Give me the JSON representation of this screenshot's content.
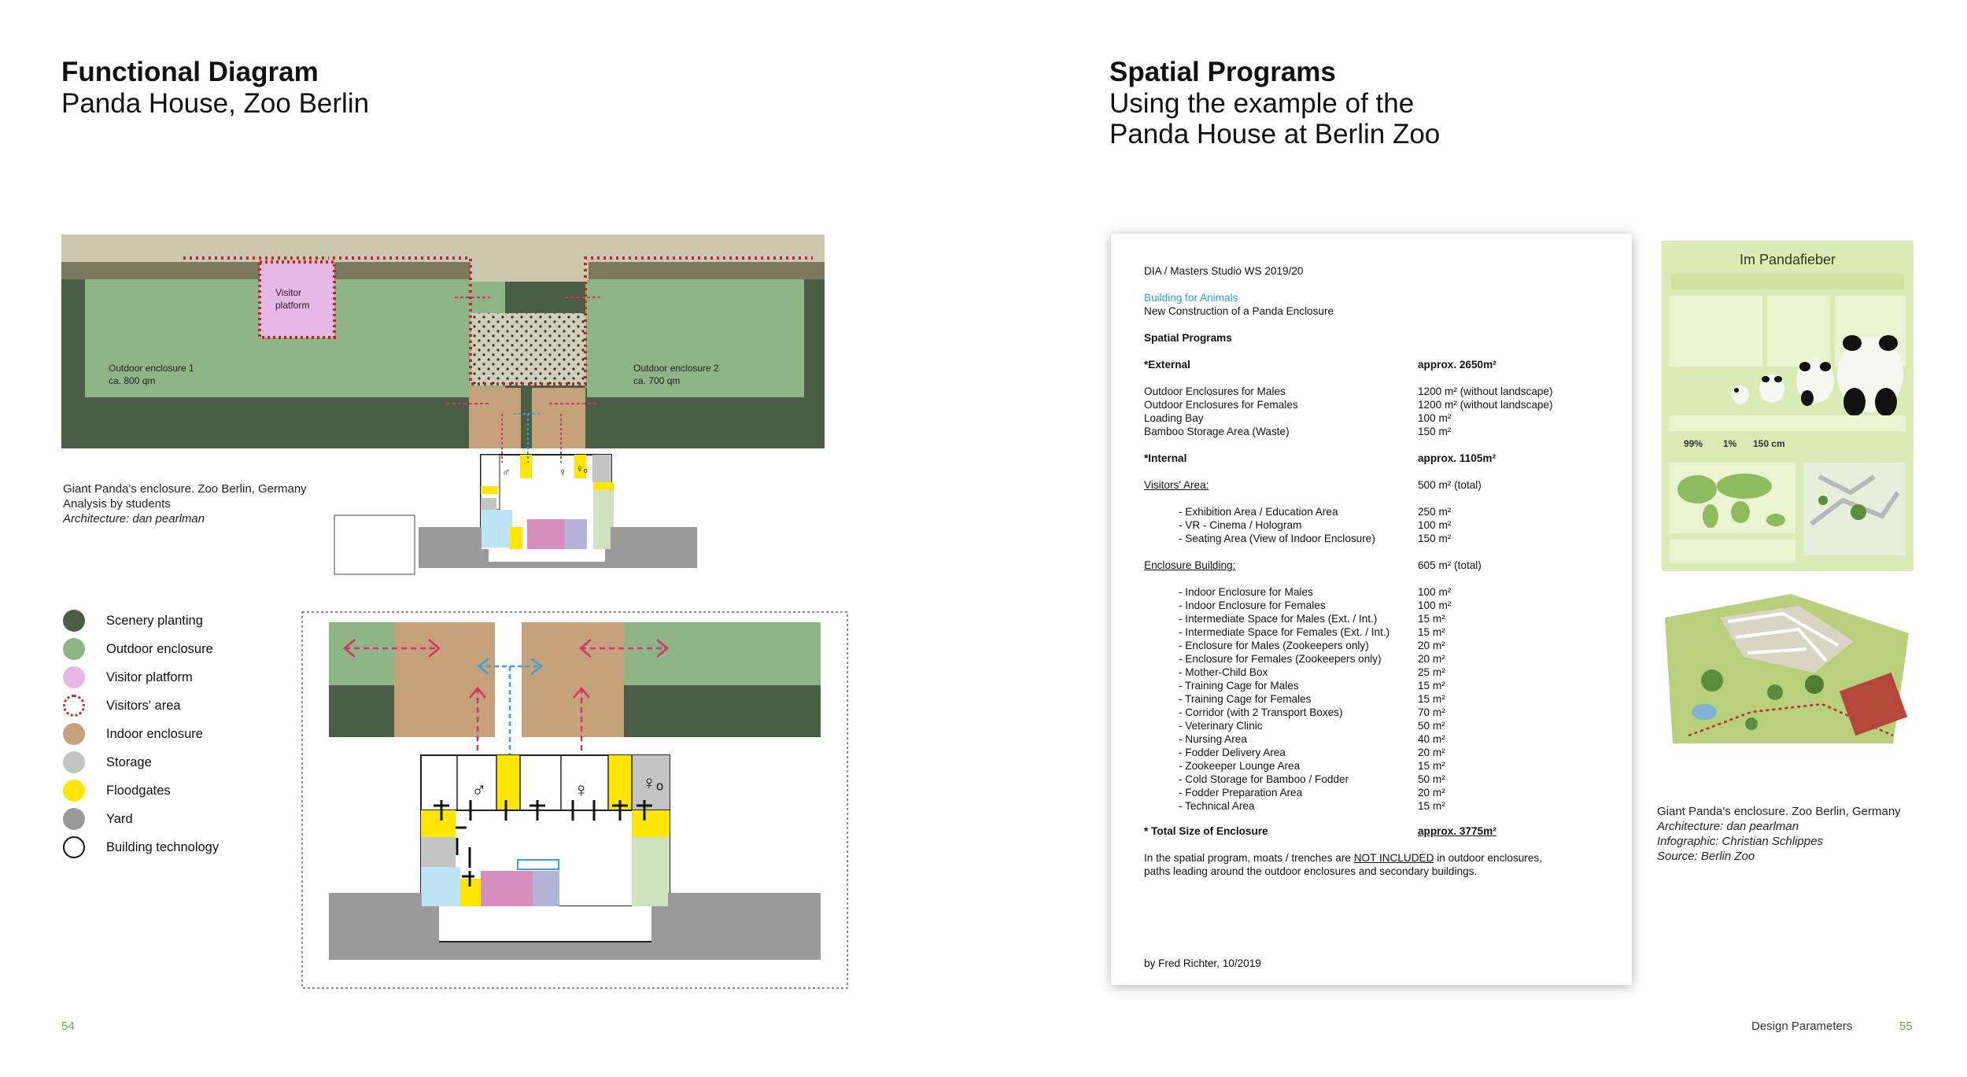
{
  "left": {
    "heading": "Functional Diagram",
    "subheading": "Panda House, Zoo Berlin",
    "diagram_labels": {
      "visitor_platform_1": "Visitor",
      "visitor_platform_2": "platform",
      "outdoor1_line1": "Outdoor enclosure 1",
      "outdoor1_line2": "ca. 800 qm",
      "outdoor2_line1": "Outdoor enclosure 2",
      "outdoor2_line2": "ca. 700 qm"
    },
    "caption": {
      "line1": "Giant Panda's enclosure. Zoo Berlin, Germany",
      "line2": "Analysis by students",
      "line3": "Architecture: dan pearlman"
    },
    "legend": [
      {
        "label": "Scenery planting",
        "color": "#4a5e45"
      },
      {
        "label": "Outdoor enclosure",
        "color": "#8fb587"
      },
      {
        "label": "Visitor platform",
        "color": "#e6b8e6"
      },
      {
        "label": "Visitors' area",
        "color": "#c0272d"
      },
      {
        "label": "Indoor enclosure",
        "color": "#c6a27b"
      },
      {
        "label": "Storage",
        "color": "#c4c4c4"
      },
      {
        "label": "Floodgates",
        "color": "#ffe600"
      },
      {
        "label": "Yard",
        "color": "#9a9a9a"
      },
      {
        "label": "Building technology",
        "color": "#ffffff"
      }
    ],
    "symbols": {
      "male": "♂",
      "female": "♀",
      "mother_child": "♀ₒ"
    },
    "page_number": "54"
  },
  "right": {
    "heading": "Spatial Programs",
    "subheading_line1": "Using the example of the",
    "subheading_line2": "Panda House at Berlin Zoo",
    "document": {
      "header": "DIA / Masters Studio WS 2019/20",
      "project_link": "Building for Animals",
      "project_sub": "New Construction of a Panda Enclosure",
      "section_title": "Spatial Programs",
      "external_label": "*External",
      "external_total": "approx. 2650m²",
      "external_items": [
        {
          "name": "Outdoor Enclosures for Males",
          "value": "1200 m² (without landscape)"
        },
        {
          "name": "Outdoor Enclosures for Females",
          "value": "1200 m² (without landscape)"
        },
        {
          "name": "Loading Bay",
          "value": "100 m²"
        },
        {
          "name": "Bamboo Storage Area (Waste)",
          "value": "150 m²"
        }
      ],
      "internal_label": "*Internal",
      "internal_total": "approx. 1105m²",
      "visitors_label": "Visitors' Area:",
      "visitors_total": "500 m² (total)",
      "visitors_items": [
        {
          "name": "- Exhibition Area / Education Area",
          "value": "250 m²"
        },
        {
          "name": "- VR - Cinema / Hologram",
          "value": "100 m²"
        },
        {
          "name": "- Seating Area (View of Indoor Enclosure)",
          "value": "150 m²"
        }
      ],
      "enclosure_label": "Enclosure Building:",
      "enclosure_total": "605 m² (total)",
      "enclosure_items": [
        {
          "name": "- Indoor Enclosure for Males",
          "value": "100 m²"
        },
        {
          "name": "- Indoor Enclosure for Females",
          "value": "100 m²"
        },
        {
          "name": "- Intermediate Space for Males (Ext. / Int.)",
          "value": "15 m²"
        },
        {
          "name": "- Intermediate Space for Females (Ext. / Int.)",
          "value": "15 m²"
        },
        {
          "name": "- Enclosure for Males (Zookeepers only)",
          "value": "20 m²"
        },
        {
          "name": "- Enclosure for Females (Zookeepers only)",
          "value": "20 m²"
        },
        {
          "name": "- Mother-Child Box",
          "value": "25 m²"
        },
        {
          "name": "- Training Cage for Males",
          "value": "15 m²"
        },
        {
          "name": "- Training Cage for Females",
          "value": "15 m²"
        },
        {
          "name": "- Corridor (with 2 Transport Boxes)",
          "value": "70 m²"
        },
        {
          "name": "- Veterinary Clinic",
          "value": "50 m²"
        },
        {
          "name": "- Nursing Area",
          "value": "40 m²"
        },
        {
          "name": "- Fodder Delivery Area",
          "value": "20 m²"
        },
        {
          "name": "- Zookeeper Lounge Area",
          "value": "15 m²"
        },
        {
          "name": "- Cold Storage for Bamboo / Fodder",
          "value": "50 m²"
        },
        {
          "name": "- Fodder Preparation Area",
          "value": "20 m²"
        },
        {
          "name": "- Technical Area",
          "value": "15 m²"
        }
      ],
      "total_label": "* Total Size of Enclosure",
      "total_value": "approx. 3775m²",
      "note_line1_a": "In the spatial program, moats / trenches are ",
      "note_line1_b": "NOT INCLUDED",
      "note_line1_c": " in outdoor enclosures,",
      "note_line2": "paths leading around the outdoor enclosures and secondary buildings.",
      "author": "by Fred Richter, 10/2019"
    },
    "infographic": {
      "title": "Im Pandafieber",
      "stats": [
        "99%",
        "1%",
        "150 cm"
      ]
    },
    "caption": {
      "line1": "Giant Panda's enclosure. Zoo Berlin, Germany",
      "line2": "Architecture: dan pearlman",
      "line3": "Infographic: Christian Schlippes",
      "line4": "Source: Berlin Zoo"
    },
    "footer_label": "Design Parameters",
    "page_number": "55"
  }
}
